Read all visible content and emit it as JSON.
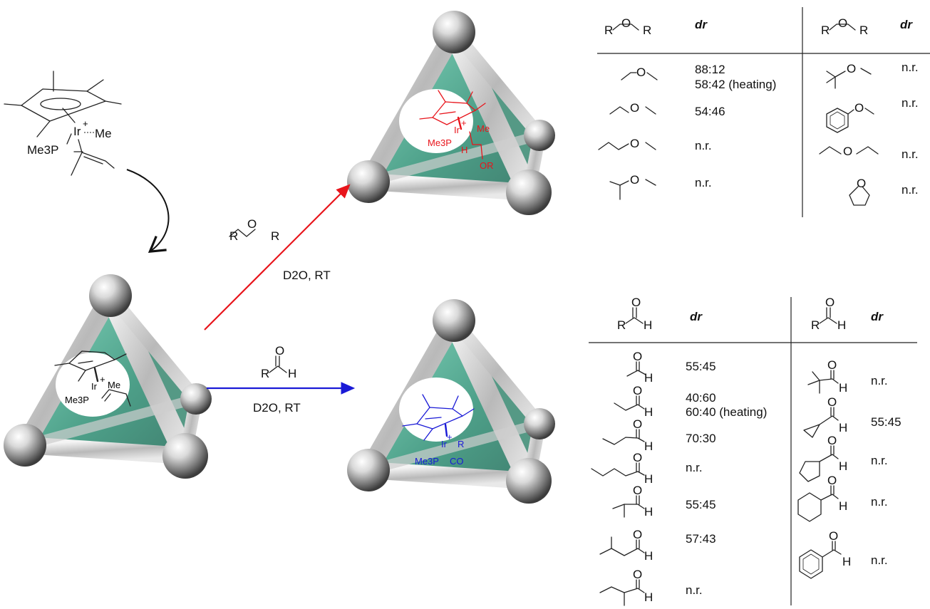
{
  "reactant_complex": {
    "charge": "+",
    "metal": "Ir",
    "methyl": "Me",
    "phosphine": "Me3P"
  },
  "cage_labels": {
    "start": {
      "metal": "Ir",
      "charge": "+",
      "methyl": "Me",
      "phosphine": "Me3P"
    },
    "ether_product": {
      "metal": "Ir",
      "charge": "+",
      "methyl": "Me",
      "phosphine": "Me3P",
      "hydride": "H",
      "substituent": "OR"
    },
    "aldehyde_product": {
      "metal": "Ir",
      "charge": "+",
      "r_group": "R",
      "phosphine": "Me3P",
      "carbonyl": "CO"
    }
  },
  "arrows": {
    "ether": {
      "reagent_r1": "R",
      "reagent_o": "O",
      "reagent_r2": "R",
      "conditions": "D2O, RT",
      "color": "#e8141b"
    },
    "aldehyde": {
      "reagent_o": "O",
      "reagent_r": "R",
      "reagent_h": "H",
      "conditions": "D2O, RT",
      "color": "#1a1ad6"
    }
  },
  "ether_table": {
    "header_r1": "R",
    "header_o": "O",
    "header_r2": "R",
    "header_dr": "dr",
    "left": [
      {
        "dr": "88:12",
        "dr2": "58:42 (heating)"
      },
      {
        "dr": "54:46"
      },
      {
        "dr": "n.r."
      },
      {
        "dr": "n.r."
      }
    ],
    "right": [
      {
        "dr": "n.r."
      },
      {
        "dr": "n.r."
      },
      {
        "dr": "n.r."
      },
      {
        "dr": "n.r."
      }
    ]
  },
  "aldehyde_table": {
    "header_o": "O",
    "header_r": "R",
    "header_h": "H",
    "header_dr": "dr",
    "left": [
      {
        "dr": "55:45"
      },
      {
        "dr": "40:60",
        "dr2": "60:40 (heating)"
      },
      {
        "dr": "70:30"
      },
      {
        "dr": "n.r."
      },
      {
        "dr": "55:45"
      },
      {
        "dr": "57:43"
      },
      {
        "dr": "n.r."
      }
    ],
    "right": [
      {
        "dr": "n.r."
      },
      {
        "dr": "55:45"
      },
      {
        "dr": "n.r."
      },
      {
        "dr": "n.r."
      },
      {
        "dr": "n.r."
      }
    ]
  },
  "colors": {
    "ether_product": "#e8141b",
    "aldehyde_product": "#1a1ad6",
    "cage_green": "#3aa88a"
  }
}
